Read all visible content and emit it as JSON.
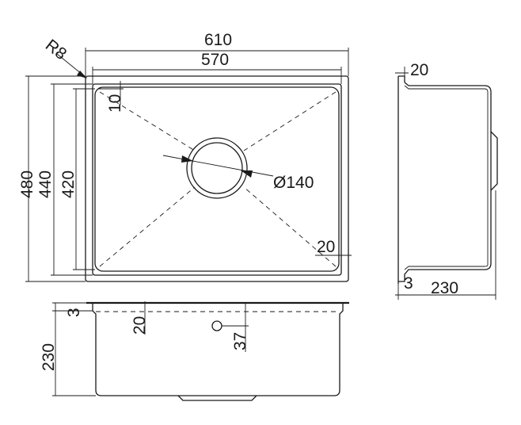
{
  "labels": {
    "width_outer": "610",
    "width_inner": "570",
    "radius": "R8",
    "height_outer": "480",
    "height_mid": "440",
    "height_inner": "420",
    "corner_inset": "10",
    "drain_diameter": "Ø140",
    "corner_offset": "20",
    "side_top": "20",
    "side_bottom": "3",
    "depth": "230",
    "front_top": "3",
    "front_drain_drop": "20",
    "front_overflow": "37",
    "front_depth": "230"
  }
}
